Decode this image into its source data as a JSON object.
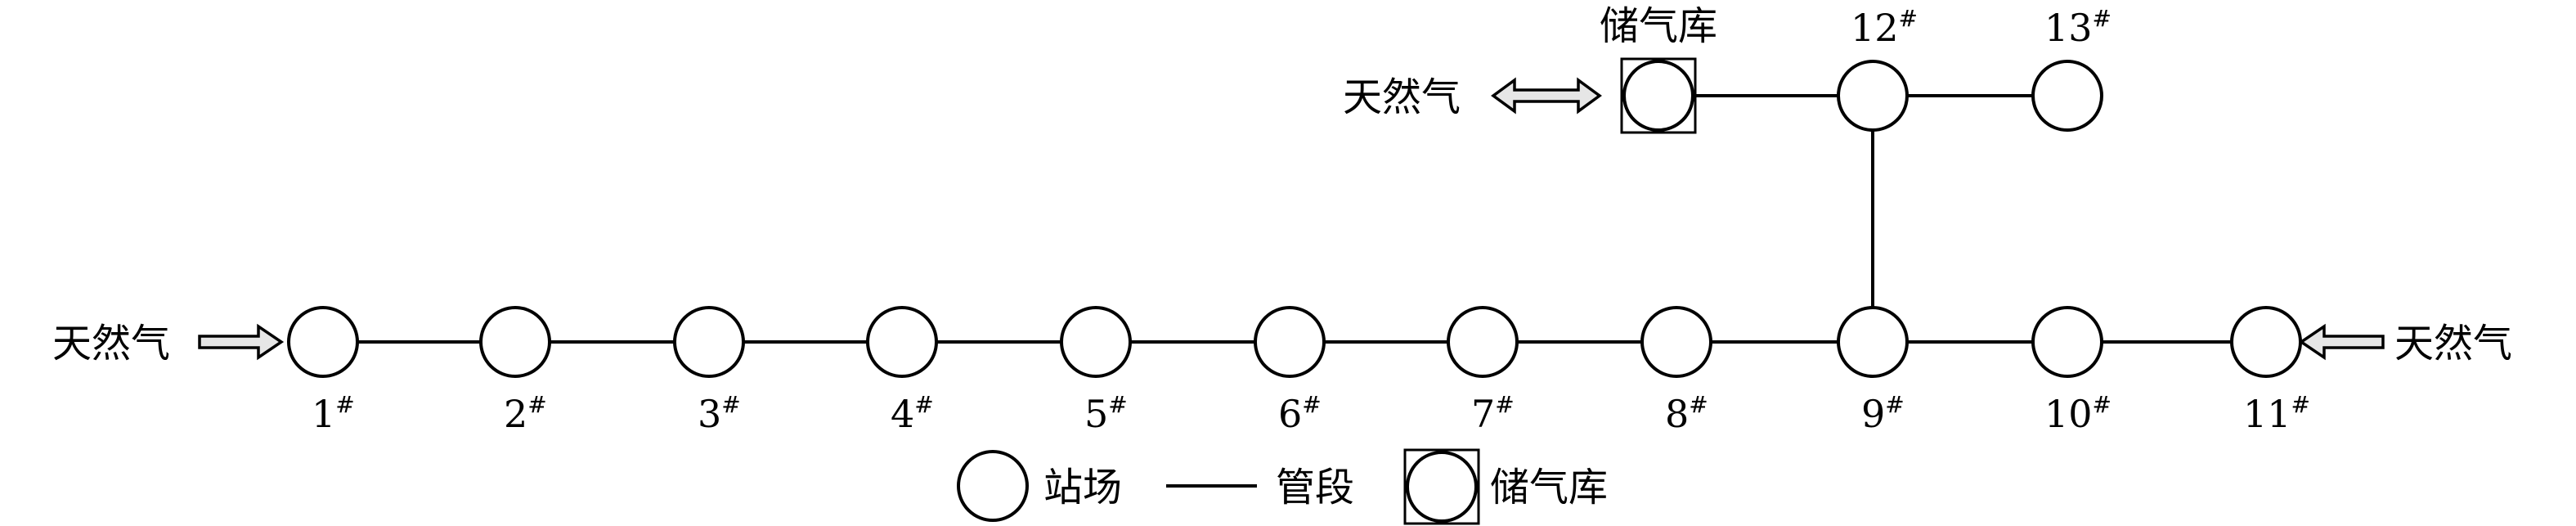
{
  "station_labels": {
    "s1": "1",
    "s2": "2",
    "s3": "3",
    "s4": "4",
    "s5": "5",
    "s6": "6",
    "s7": "7",
    "s8": "8",
    "s9": "9",
    "s10": "10",
    "s11": "11",
    "s12": "12",
    "s13": "13"
  },
  "marker": "#",
  "storage_label": "储气库",
  "inlets": {
    "left": "天然气",
    "right": "天然气",
    "storage": "天然气"
  },
  "legend": {
    "station": "站场",
    "pipe": "管段",
    "storage": "储气库"
  }
}
